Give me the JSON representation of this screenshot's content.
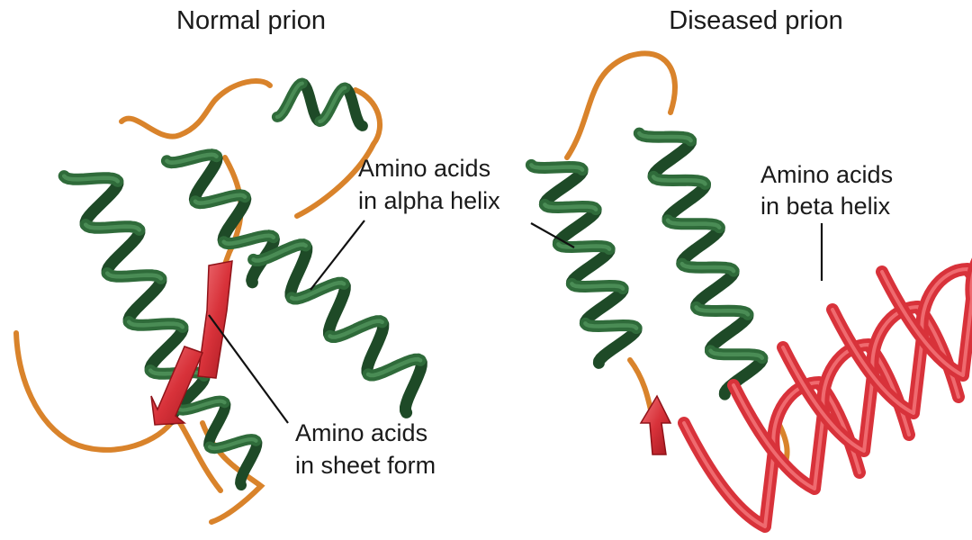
{
  "panels": [
    {
      "title": "Normal prion",
      "callouts": [
        {
          "lines": [
            "Amino acids",
            "in alpha helix"
          ]
        },
        {
          "lines": [
            "Amino acids",
            "in sheet form"
          ]
        }
      ]
    },
    {
      "title": "Diseased prion",
      "callouts": [
        {
          "lines": [
            "Amino acids",
            "in beta helix"
          ]
        }
      ]
    }
  ],
  "colors": {
    "alpha_helix": "#2f6b3a",
    "alpha_helix_light": "#4a8c55",
    "loop": "#d9832b",
    "beta": "#d8323a",
    "beta_light": "#ef6a6f",
    "text": "#1a1a1a"
  }
}
